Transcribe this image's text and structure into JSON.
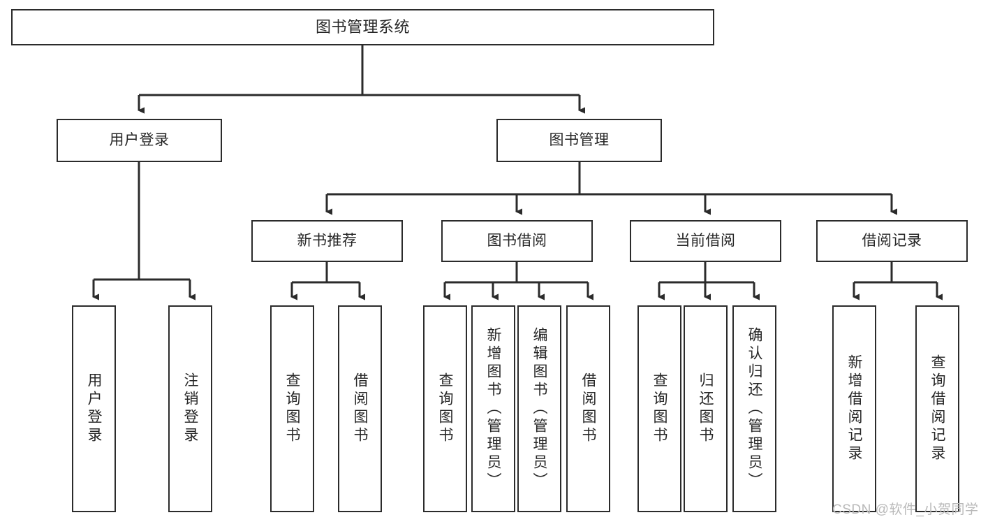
{
  "diagram": {
    "title": "图书管理系统",
    "type": "tree-hierarchy",
    "watermark": "CSDN @软件_小贺同学",
    "colors": {
      "box_border": "#2b2b2b",
      "box_fill": "#ffffff",
      "text": "#262626",
      "edge": "#2b2b2b",
      "watermark": "#b9b9b9",
      "background": "#ffffff"
    },
    "nodes": {
      "root": {
        "label": "图书管理系统",
        "level": 1,
        "orientation": "horizontal"
      },
      "n_user_login": {
        "label": "用户登录",
        "level": 2,
        "orientation": "horizontal"
      },
      "n_book_mgmt": {
        "label": "图书管理",
        "level": 2,
        "orientation": "horizontal"
      },
      "n_new_book_rec": {
        "label": "新书推荐",
        "level": 3,
        "orientation": "horizontal"
      },
      "n_book_borrow": {
        "label": "图书借阅",
        "level": 3,
        "orientation": "horizontal"
      },
      "n_current_borrow": {
        "label": "当前借阅",
        "level": 3,
        "orientation": "horizontal"
      },
      "n_borrow_record": {
        "label": "借阅记录",
        "level": 3,
        "orientation": "horizontal"
      },
      "l_user_login": {
        "label": "用户登录",
        "level": 4,
        "orientation": "vertical",
        "parent": "n_user_login"
      },
      "l_user_logout": {
        "label": "注销登录",
        "level": 4,
        "orientation": "vertical",
        "parent": "n_user_login"
      },
      "l_query_book_1": {
        "label": "查询图书",
        "level": 4,
        "orientation": "vertical",
        "parent": "n_new_book_rec"
      },
      "l_borrow_book_1": {
        "label": "借阅图书",
        "level": 4,
        "orientation": "vertical",
        "parent": "n_new_book_rec"
      },
      "l_query_book_2": {
        "label": "查询图书",
        "level": 4,
        "orientation": "vertical",
        "parent": "n_book_borrow"
      },
      "l_add_book": {
        "label": "新增图书（管理员）",
        "level": 4,
        "orientation": "vertical",
        "parent": "n_book_borrow"
      },
      "l_edit_book": {
        "label": "编辑图书（管理员）",
        "level": 4,
        "orientation": "vertical",
        "parent": "n_book_borrow"
      },
      "l_borrow_book_2": {
        "label": "借阅图书",
        "level": 4,
        "orientation": "vertical",
        "parent": "n_book_borrow"
      },
      "l_query_book_3": {
        "label": "查询图书",
        "level": 4,
        "orientation": "vertical",
        "parent": "n_current_borrow"
      },
      "l_return_book": {
        "label": "归还图书",
        "level": 4,
        "orientation": "vertical",
        "parent": "n_current_borrow"
      },
      "l_confirm_return": {
        "label": "确认归还（管理员）",
        "level": 4,
        "orientation": "vertical",
        "parent": "n_current_borrow"
      },
      "l_add_record": {
        "label": "新增借阅记录",
        "level": 4,
        "orientation": "vertical",
        "parent": "n_borrow_record"
      },
      "l_query_record": {
        "label": "查询借阅记录",
        "level": 4,
        "orientation": "vertical",
        "parent": "n_borrow_record"
      }
    }
  }
}
